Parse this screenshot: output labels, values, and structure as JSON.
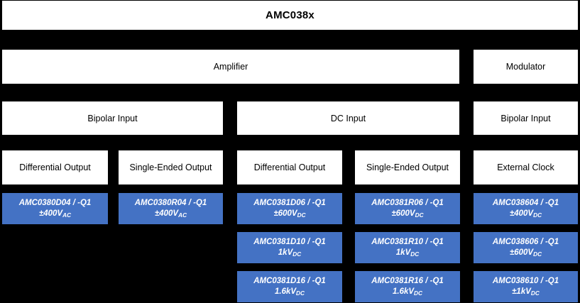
{
  "diagram": {
    "title": "AMC038x",
    "colors": {
      "background": "#000000",
      "category_box": "#FFFFFF",
      "part_box": "#4472C4",
      "category_text": "#000000",
      "part_text": "#FFFFFF"
    },
    "function_row": {
      "amplifier": "Amplifier",
      "modulator": "Modulator"
    },
    "input_row": {
      "bipolar_left": "Bipolar Input",
      "dc": "DC Input",
      "bipolar_right": "Bipolar Input"
    },
    "output_row": {
      "differential_1": "Differential Output",
      "single_ended_1": "Single-Ended Output",
      "differential_2": "Differential Output",
      "single_ended_2": "Single-Ended Output",
      "external_clock": "External Clock"
    },
    "parts": {
      "col1": [
        {
          "part_number": "AMC0380D04 / -Q1",
          "voltage": "±400V",
          "voltage_sub": "AC"
        }
      ],
      "col2": [
        {
          "part_number": "AMC0380R04 / -Q1",
          "voltage": "±400V",
          "voltage_sub": "AC"
        }
      ],
      "col3": [
        {
          "part_number": "AMC0381D06 / -Q1",
          "voltage": "±600V",
          "voltage_sub": "DC"
        },
        {
          "part_number": "AMC0381D10 / -Q1",
          "voltage": "1kV",
          "voltage_sub": "DC"
        },
        {
          "part_number": "AMC0381D16 / -Q1",
          "voltage": "1.6kV",
          "voltage_sub": "DC"
        }
      ],
      "col4": [
        {
          "part_number": "AMC0381R06 / -Q1",
          "voltage": "±600V",
          "voltage_sub": "DC"
        },
        {
          "part_number": "AMC0381R10 / -Q1",
          "voltage": "1kV",
          "voltage_sub": "DC"
        },
        {
          "part_number": "AMC0381R16 / -Q1",
          "voltage": "1.6kV",
          "voltage_sub": "DC"
        }
      ],
      "col5": [
        {
          "part_number": "AMC038604 / -Q1",
          "voltage": "±400V",
          "voltage_sub": "DC"
        },
        {
          "part_number": "AMC038606 / -Q1",
          "voltage": "±600V",
          "voltage_sub": "DC"
        },
        {
          "part_number": "AMC038610 / -Q1",
          "voltage": "±1kV",
          "voltage_sub": "DC"
        }
      ]
    }
  }
}
